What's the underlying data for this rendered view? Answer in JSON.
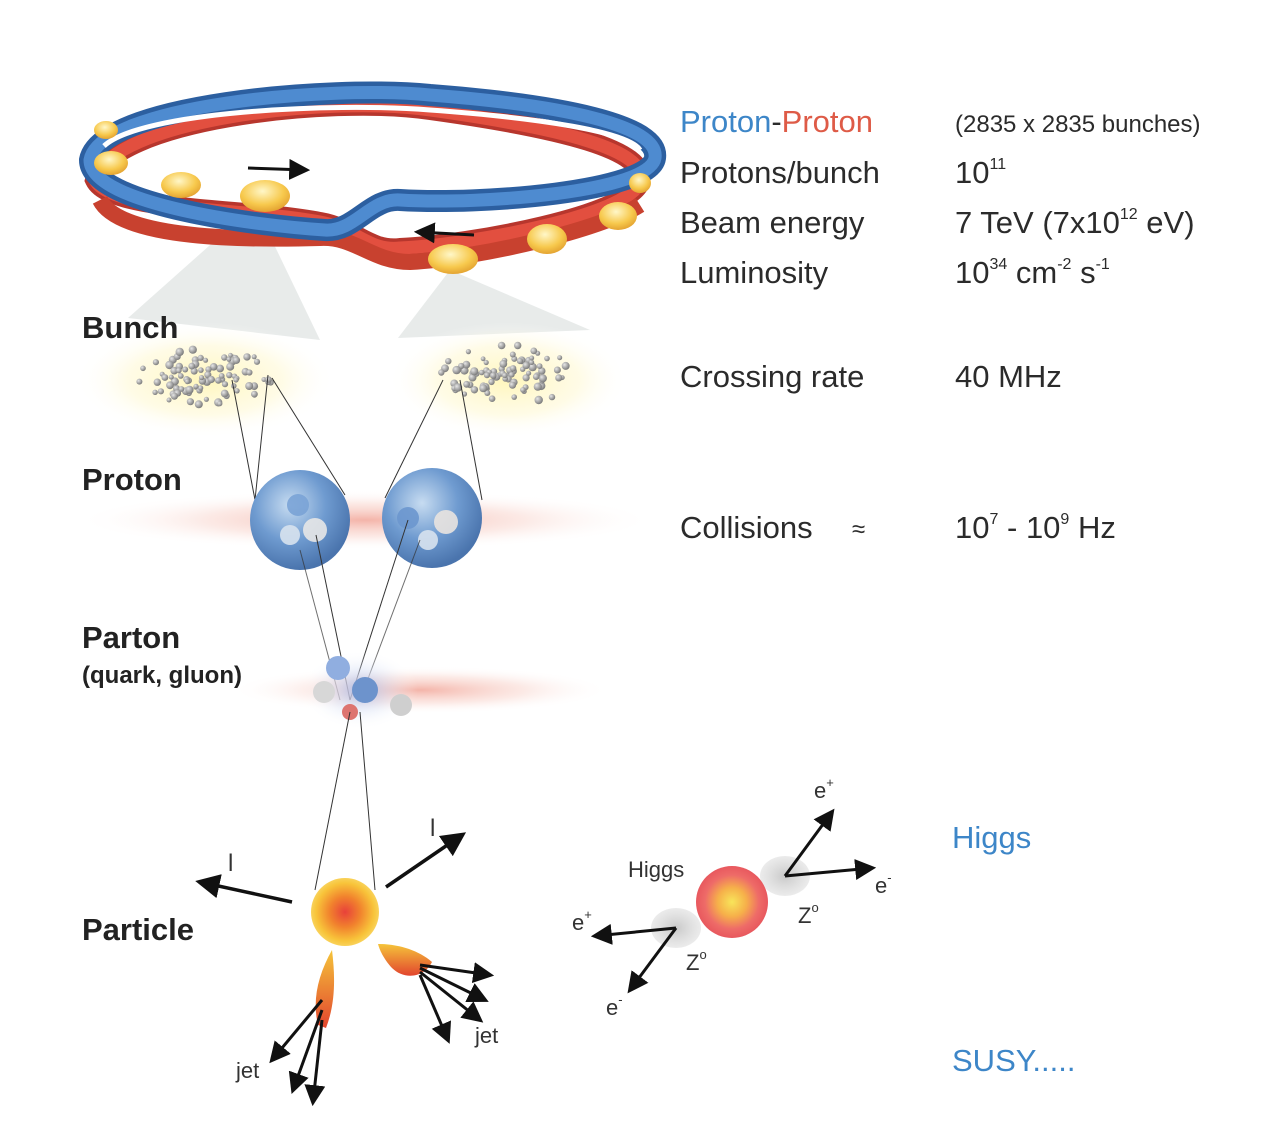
{
  "beams": {
    "proton_a": "Proton",
    "dash": "-",
    "proton_b": "Proton",
    "bunches": "(2835 x 2835 bunches)",
    "colors": {
      "blue_beam": "#3d86c8",
      "red_beam": "#de5b47"
    }
  },
  "stages": {
    "bunch": "Bunch",
    "proton": "Proton",
    "parton": "Parton",
    "parton_sub": "(quark, gluon)",
    "particle": "Particle"
  },
  "properties": {
    "protons_per_bunch": {
      "label": "Protons/bunch",
      "base": "10",
      "exp": "11"
    },
    "beam_energy": {
      "label": "Beam energy",
      "pre": "7 TeV (7x10",
      "exp": "12",
      "post": " eV)"
    },
    "luminosity": {
      "label": "Luminosity",
      "base": "10",
      "exp1": "34",
      "mid": " cm",
      "exp2": "-2",
      "mid2": " s",
      "exp3": "-1"
    },
    "crossing_rate": {
      "label": "Crossing rate",
      "value": "40 MHz"
    },
    "collisions": {
      "label": "Collisions",
      "approx": "≈",
      "base1": "10",
      "exp1": "7",
      "mid": " - 10",
      "exp2": "9",
      "unit": " Hz"
    }
  },
  "particle_labels": {
    "lepton_left": "l",
    "lepton_right": "l",
    "jet_left": "jet",
    "jet_right": "jet"
  },
  "higgs_diagram": {
    "higgs": "Higgs",
    "z_upper": "Z",
    "z_lower": "Z",
    "z_sup": "o",
    "e": "e",
    "plus": "+",
    "minus": "-"
  },
  "physics": {
    "higgs": "Higgs",
    "susy": "SUSY....."
  }
}
